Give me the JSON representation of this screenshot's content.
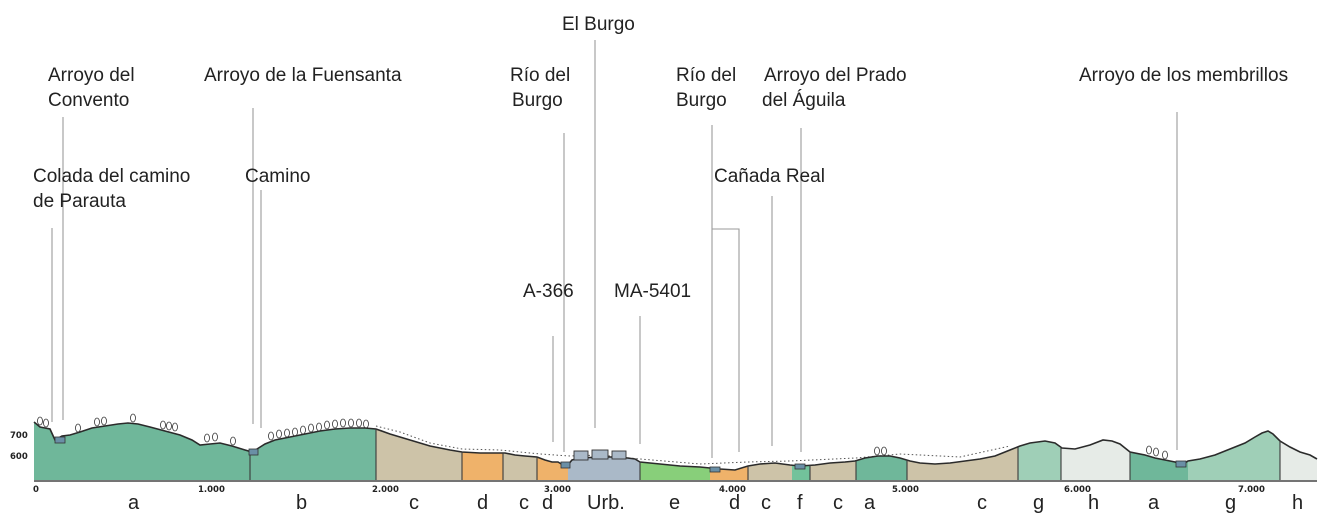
{
  "labels": {
    "el_burgo": "El Burgo",
    "arroyo_convento": [
      "Arroyo del",
      "Convento"
    ],
    "arroyo_fuensanta": "Arroyo de la Fuensanta",
    "rio_burgo_1": [
      "Río del",
      "Burgo"
    ],
    "rio_burgo_2": [
      "Río del",
      "Burgo"
    ],
    "arroyo_prado": [
      "Arroyo del Prado",
      "del Águila"
    ],
    "arroyo_membrillos": "Arroyo de los membrillos",
    "colada": [
      "Colada del camino",
      "de Parauta"
    ],
    "camino": "Camino",
    "canada_real": "Cañada Real",
    "a366": "A-366",
    "ma5401": "MA-5401"
  },
  "elevation_ticks": [
    "700",
    "600"
  ],
  "distance_ticks": [
    "0",
    "1.000",
    "2.000",
    "3.000",
    "4.000",
    "5.000",
    "6.000",
    "7.000"
  ],
  "zone_letters": [
    "a",
    "b",
    "c",
    "d",
    "c",
    "d",
    "Urb.",
    "e",
    "d",
    "c",
    "f",
    "c",
    "a",
    "c",
    "g",
    "h",
    "a",
    "g",
    "h"
  ],
  "colors": {
    "a": "#6fb79a",
    "b": "#72b89d",
    "c": "#cdc3a8",
    "d": "#efb26a",
    "urb": "#aab9c8",
    "e": "#88cf7a",
    "f": "#72c29b",
    "g": "#9fcfb7",
    "h": "#e6ebe7"
  }
}
